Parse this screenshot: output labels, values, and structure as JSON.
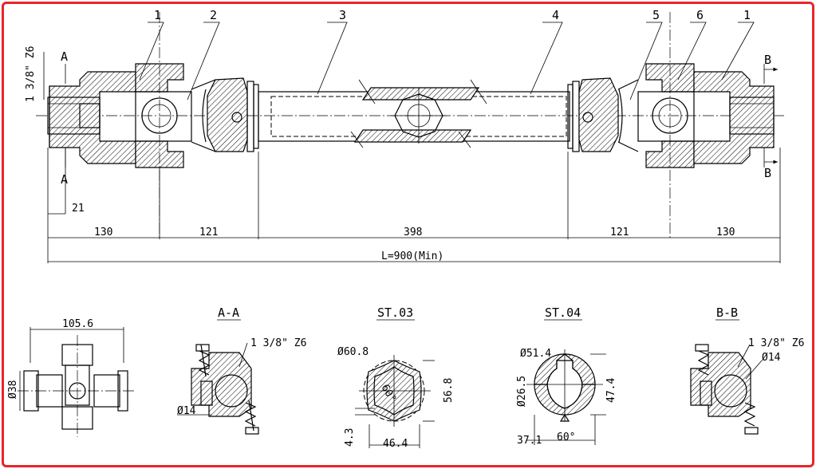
{
  "callouts": [
    "1",
    "2",
    "3",
    "4",
    "5",
    "6",
    "1"
  ],
  "section_marks": {
    "a_top": "A",
    "a_bottom": "A",
    "b_top": "B",
    "b_bottom": "B"
  },
  "thread_label": "1 3/8\" Z6",
  "dims": {
    "d21": "21",
    "d130_left": "130",
    "d121_left": "121",
    "d398": "398",
    "d121_right": "121",
    "d130_right": "130",
    "total": "L=900(Min)"
  },
  "views": {
    "cross": {
      "width": "105.6",
      "dia": "Ø38"
    },
    "aa": {
      "title": "A-A",
      "thread": "1 3/8\" Z6",
      "dia": "Ø14"
    },
    "st03": {
      "title": "ST.03",
      "dia": "Ø60.8",
      "angle": "60°",
      "height": "56.8",
      "wall": "4.3",
      "width": "46.4"
    },
    "st04": {
      "title": "ST.04",
      "dia": "Ø51.4",
      "inner": "Ø26.5",
      "height": "47.4",
      "width": "37.1",
      "angle": "60°"
    },
    "bb": {
      "title": "B-B",
      "thread": "1 3/8\" Z6",
      "dia": "Ø14"
    }
  }
}
